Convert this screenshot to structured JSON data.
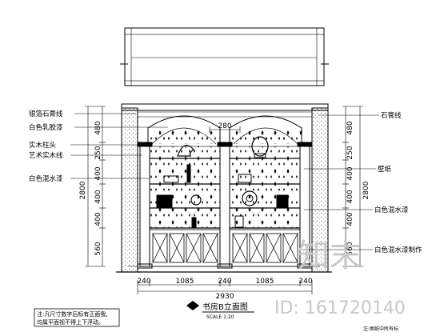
{
  "drawing": {
    "title": "书房B立面图",
    "scale": "SCALE 1:20",
    "note_lines": [
      "注:凡尺寸数字后标有正面我,",
      "均属平面视不得上下浮动。"
    ],
    "bottom_right_note": "注:图纸中所有标"
  },
  "dimensions": {
    "bottom_segments": [
      "240",
      "1085",
      "240",
      "1085",
      "240"
    ],
    "bottom_total": "2930",
    "top_arch": "280",
    "left_segments": [
      "480",
      "250",
      "400",
      "400",
      "400",
      "560"
    ],
    "left_total": "2800",
    "right_segments": [
      "480",
      "250",
      "400",
      "400",
      "400",
      "560"
    ],
    "right_total": "2800"
  },
  "labels": {
    "left": [
      "银箔石膏线",
      "白色乳胶漆",
      "实木柱头",
      "艺术实木线",
      "白色混水漆"
    ],
    "right": [
      "石膏线",
      "壁纸",
      "白色混水漆",
      "白色混水漆制作"
    ]
  },
  "watermark": {
    "logo_text": "知末",
    "id_text": "ID: 161720140"
  }
}
